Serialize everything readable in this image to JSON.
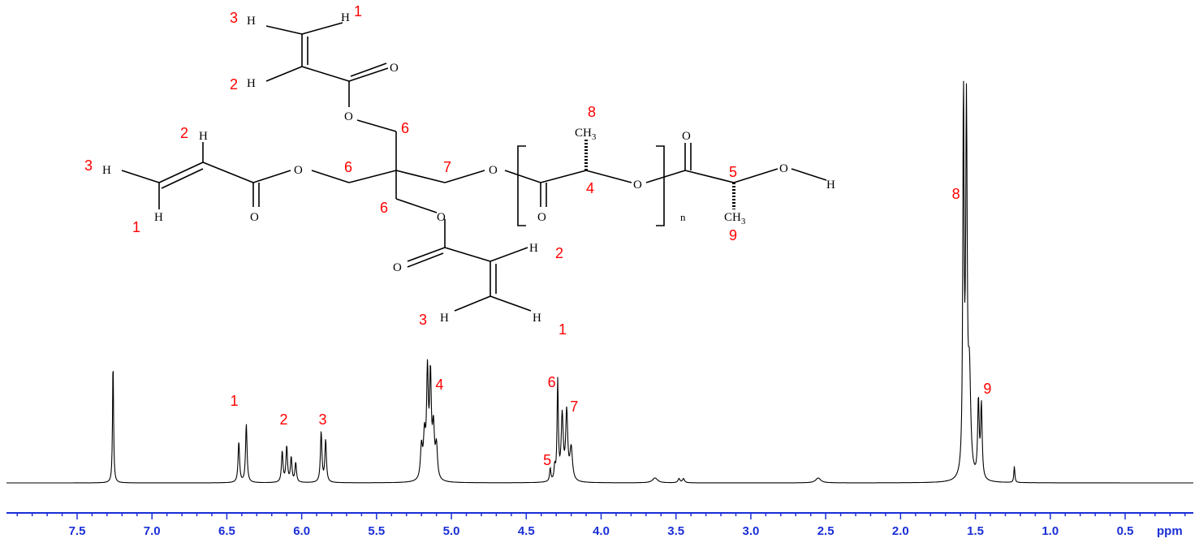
{
  "chart_data": {
    "type": "line",
    "xlabel": "ppm",
    "x_reversed": true,
    "xlim": [
      8.0,
      0.0
    ],
    "x_ticks": [
      "7.5",
      "7.0",
      "6.5",
      "6.0",
      "5.5",
      "5.0",
      "4.5",
      "4.0",
      "3.5",
      "3.0",
      "2.5",
      "2.0",
      "1.5",
      "1.0",
      "0.5"
    ],
    "axis_color": "#1a2fd6",
    "label_color": "#ff0000",
    "peaks": [
      {
        "ppm": 7.26,
        "height": 152,
        "width": 0.004
      },
      {
        "ppm": 6.42,
        "height": 50,
        "width": 0.006
      },
      {
        "ppm": 6.37,
        "height": 72,
        "width": 0.006
      },
      {
        "ppm": 6.13,
        "height": 38,
        "width": 0.006
      },
      {
        "ppm": 6.1,
        "height": 44,
        "width": 0.006
      },
      {
        "ppm": 6.07,
        "height": 30,
        "width": 0.006
      },
      {
        "ppm": 6.04,
        "height": 24,
        "width": 0.006
      },
      {
        "ppm": 5.87,
        "height": 62,
        "width": 0.006
      },
      {
        "ppm": 5.84,
        "height": 52,
        "width": 0.006
      },
      {
        "ppm": 5.2,
        "height": 40,
        "width": 0.008
      },
      {
        "ppm": 5.18,
        "height": 50,
        "width": 0.008
      },
      {
        "ppm": 5.16,
        "height": 128,
        "width": 0.007
      },
      {
        "ppm": 5.14,
        "height": 122,
        "width": 0.007
      },
      {
        "ppm": 5.12,
        "height": 60,
        "width": 0.008
      },
      {
        "ppm": 5.1,
        "height": 40,
        "width": 0.008
      },
      {
        "ppm": 4.34,
        "height": 16,
        "width": 0.005
      },
      {
        "ppm": 4.31,
        "height": 16,
        "width": 0.005
      },
      {
        "ppm": 4.29,
        "height": 122,
        "width": 0.005
      },
      {
        "ppm": 4.26,
        "height": 80,
        "width": 0.008
      },
      {
        "ppm": 4.23,
        "height": 84,
        "width": 0.008
      },
      {
        "ppm": 4.2,
        "height": 40,
        "width": 0.01
      },
      {
        "ppm": 3.64,
        "height": 6,
        "width": 0.02
      },
      {
        "ppm": 3.48,
        "height": 5,
        "width": 0.008
      },
      {
        "ppm": 3.45,
        "height": 5,
        "width": 0.008
      },
      {
        "ppm": 2.55,
        "height": 6,
        "width": 0.02
      },
      {
        "ppm": 1.58,
        "height": 465,
        "width": 0.005
      },
      {
        "ppm": 1.56,
        "height": 440,
        "width": 0.006
      },
      {
        "ppm": 1.54,
        "height": 120,
        "width": 0.01
      },
      {
        "ppm": 1.48,
        "height": 95,
        "width": 0.006
      },
      {
        "ppm": 1.46,
        "height": 90,
        "width": 0.006
      },
      {
        "ppm": 1.24,
        "height": 20,
        "width": 0.004
      }
    ],
    "peak_labels": [
      {
        "text": "1",
        "ppm": 6.45,
        "y_above": 95
      },
      {
        "text": "2",
        "ppm": 6.12,
        "y_above": 72
      },
      {
        "text": "3",
        "ppm": 5.86,
        "y_above": 72
      },
      {
        "text": "4",
        "ppm": 5.08,
        "y_above": 115
      },
      {
        "text": "5",
        "ppm": 4.36,
        "y_above": 22
      },
      {
        "text": "6",
        "ppm": 4.33,
        "y_above": 118
      },
      {
        "text": "7",
        "ppm": 4.18,
        "y_above": 88
      },
      {
        "text": "8",
        "ppm": 1.63,
        "y_above": 350
      },
      {
        "text": "9",
        "ppm": 1.42,
        "y_above": 110
      }
    ]
  },
  "structure": {
    "atom_O": "O",
    "atom_H": "H",
    "ch3": "CH",
    "ch3_sub": "3",
    "repeat_n": "n",
    "labels": {
      "top_h3": "3",
      "top_h1": "1",
      "top_h2": "2",
      "left_h2": "2",
      "left_h3": "3",
      "left_h1": "1",
      "c6_top": "6",
      "c6_left": "6",
      "c6_bottom": "6",
      "c7": "7",
      "c8": "8",
      "c4": "4",
      "c5": "5",
      "c9": "9",
      "bot_h2": "2",
      "bot_h3": "3",
      "bot_h1": "1"
    }
  }
}
